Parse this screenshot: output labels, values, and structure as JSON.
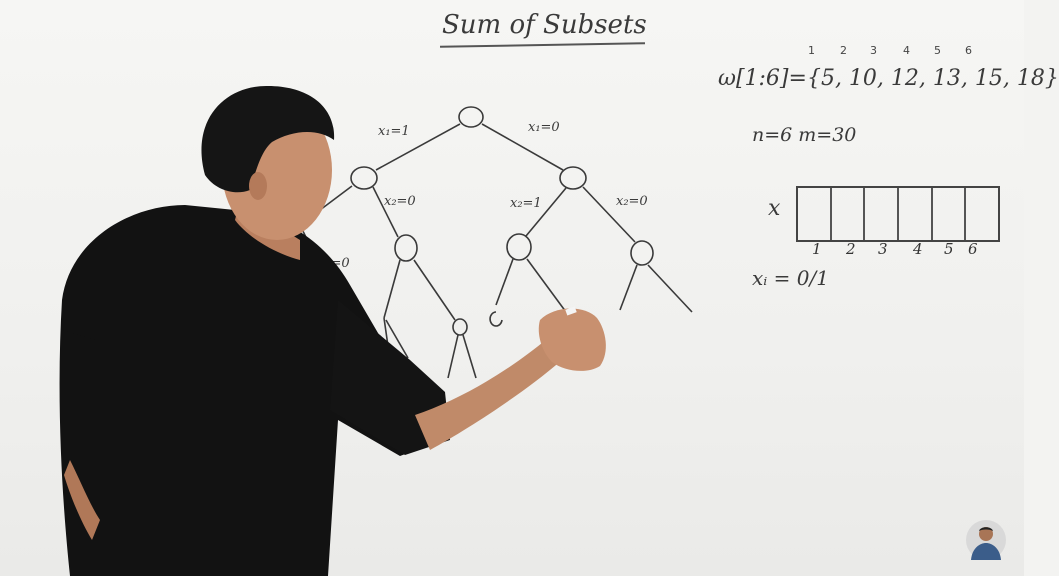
{
  "whiteboard": {
    "title": "Sum of Subsets",
    "weights_label": "ω[1:6]={5, 10, 12, 13, 15, 18}",
    "weight_indices": [
      "1",
      "2",
      "3",
      "4",
      "5",
      "6"
    ],
    "n_m": "n=6   m=30",
    "x_label": "x",
    "array_indices": [
      "1",
      "2",
      "3",
      "4",
      "5",
      "6"
    ],
    "xi_label": "xᵢ = 0/1",
    "edges": {
      "x1_one": "x₁=1",
      "x1_zero": "x₁=0",
      "x2_zero_left": "x₂=0",
      "x2_one": "x₂=1",
      "x2_zero_right": "x₂=0",
      "x3_zero": "x₃=0"
    }
  },
  "colors": {
    "board": "#f3f3f1",
    "ink": "#3a3a3a",
    "shirt": "#121212",
    "skin": "#c8906f",
    "hair": "#151515"
  },
  "icons": {
    "channel_avatar": "presenter-avatar"
  }
}
